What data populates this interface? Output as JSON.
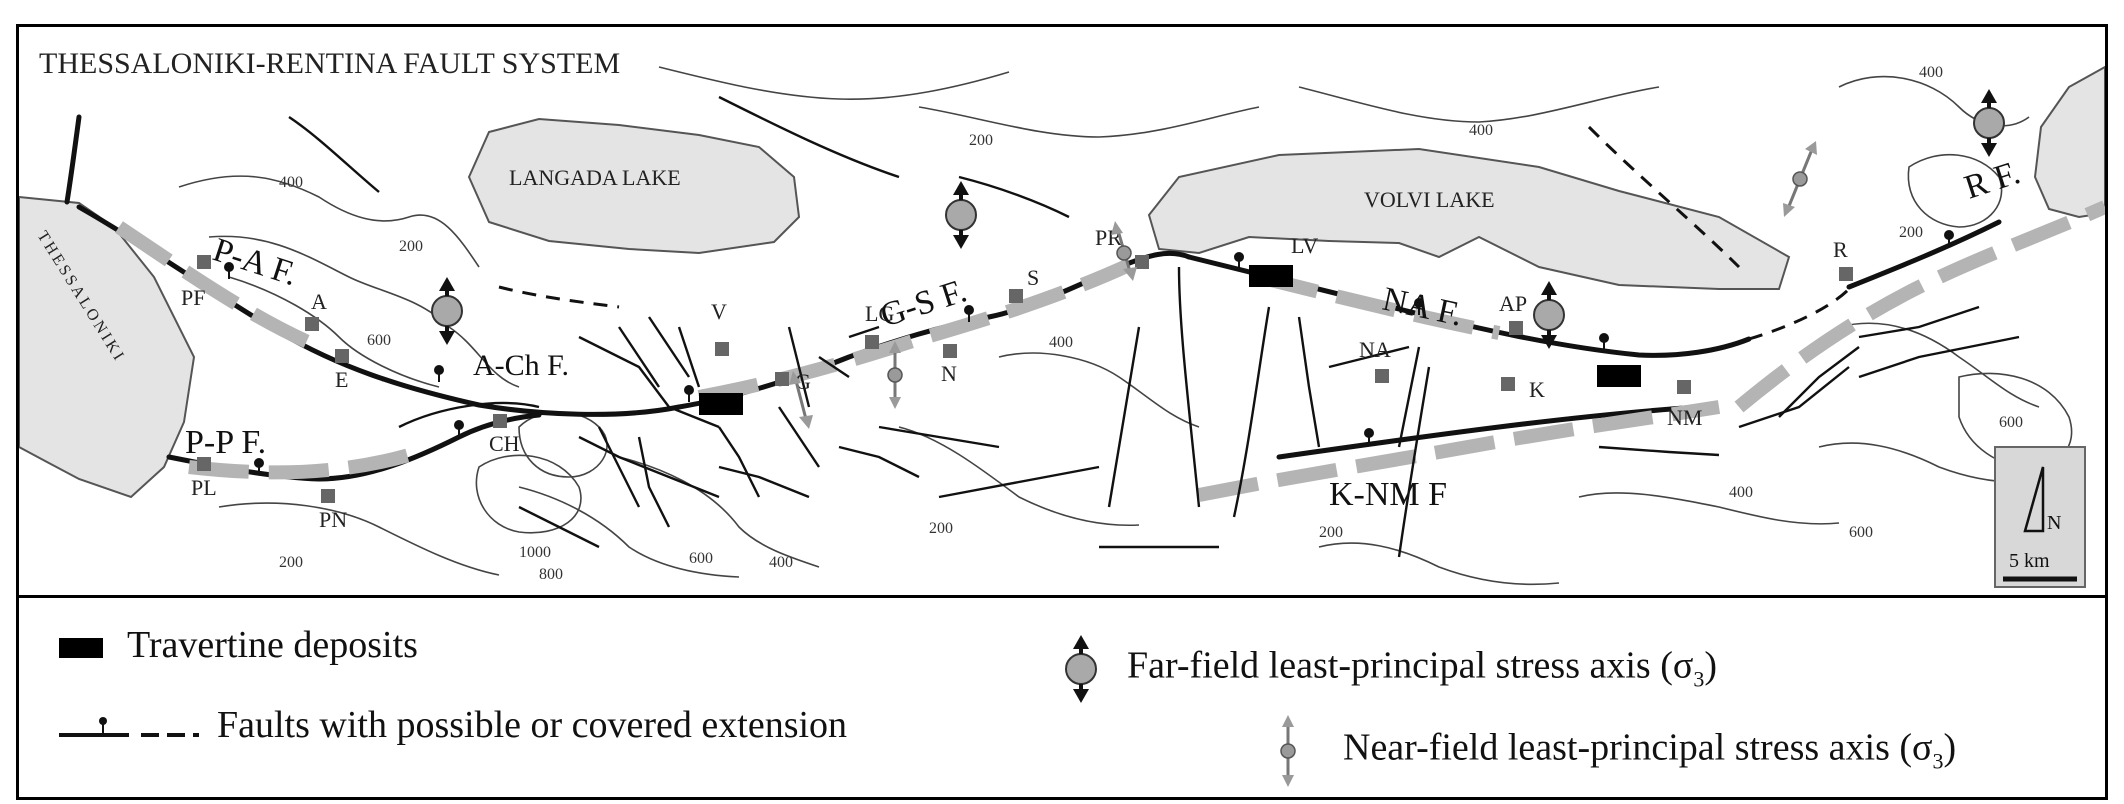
{
  "title": "THESSALONIKI-RENTINA FAULT SYSTEM",
  "regions": {
    "thessaloniki": "THESSALONIKI",
    "langada": "LANGADA LAKE",
    "volvi": "VOLVI LAKE"
  },
  "faults": {
    "paf": "P-A F.",
    "ach": "A-Ch F.",
    "ppf": "P-P F.",
    "gsf": "G-S F.",
    "naf": "NA F.",
    "knm": "K-NM F",
    "rf": "R F."
  },
  "sites": [
    "PF",
    "A",
    "E",
    "CH",
    "PL",
    "PN",
    "V",
    "G",
    "LG",
    "N",
    "S",
    "PR",
    "LV",
    "NA",
    "K",
    "AP",
    "NM",
    "R"
  ],
  "contours": [
    "200",
    "400",
    "600",
    "800",
    "1000",
    "200",
    "400",
    "600",
    "200",
    "400",
    "200",
    "400",
    "600",
    "200",
    "400",
    "200",
    "400",
    "600"
  ],
  "scale_bar": {
    "north": "N",
    "label": "5 km"
  },
  "legend": {
    "travertine": "Travertine deposits",
    "faults": "Faults with possible or covered extension",
    "far_field": "Far-field least-principal stress axis (σ",
    "far_field_sub": "3",
    "near_field": "Near-field least-principal stress axis (σ",
    "near_field_sub": "3",
    "close": ")"
  },
  "colors": {
    "land": "#ffffff",
    "water": "#e4e4e4",
    "fault": "#111111",
    "gray_fault": "#b4b4b4",
    "site": "#666666",
    "stress_far": "#a9a9a9",
    "stress_near": "#9a9a9a"
  }
}
